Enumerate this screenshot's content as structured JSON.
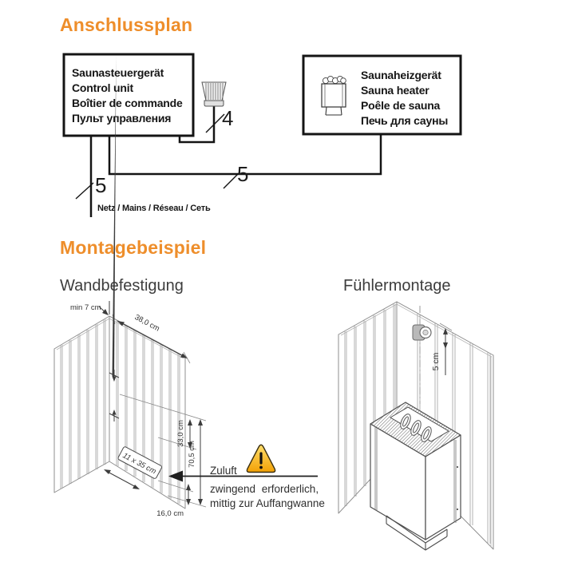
{
  "sections": {
    "anschlussplan": "Anschlussplan",
    "montagebeispiel": "Montagebeispiel",
    "wandbefestigung": "Wandbefestigung",
    "fuehlermontage": "Fühlermontage"
  },
  "wiring": {
    "control_unit": {
      "lines": [
        "Saunasteuergerät",
        "Control unit",
        "Boîtier de commande",
        "Пульт управления"
      ]
    },
    "sauna_heater": {
      "lines": [
        "Saunaheizgerät",
        "Sauna heater",
        "Poêle de sauna",
        "Печь для сауны"
      ]
    },
    "labels": {
      "sensor_wire": "4",
      "heater_wire": "5",
      "mains_wire": "5",
      "mains": "Netz / Mains / Réseau / Сеть"
    }
  },
  "dimensions": {
    "min_corner": "min 7 cm",
    "wall_width": "38,0 cm",
    "upper_height": "33,0 cm",
    "mount_height": "70,5 cm",
    "slot_size": "11 x 35 cm",
    "bottom_height": "16,0 cm",
    "sensor_distance": "5 cm"
  },
  "zuluft": {
    "title": "Zuluft",
    "line1": "zwingend erforderlich,",
    "line2": "mittig zur Auffangwanne"
  },
  "colors": {
    "accent": "#EE8E2B",
    "warning_top": "#FFDE6B",
    "warning_bottom": "#F2A105"
  }
}
